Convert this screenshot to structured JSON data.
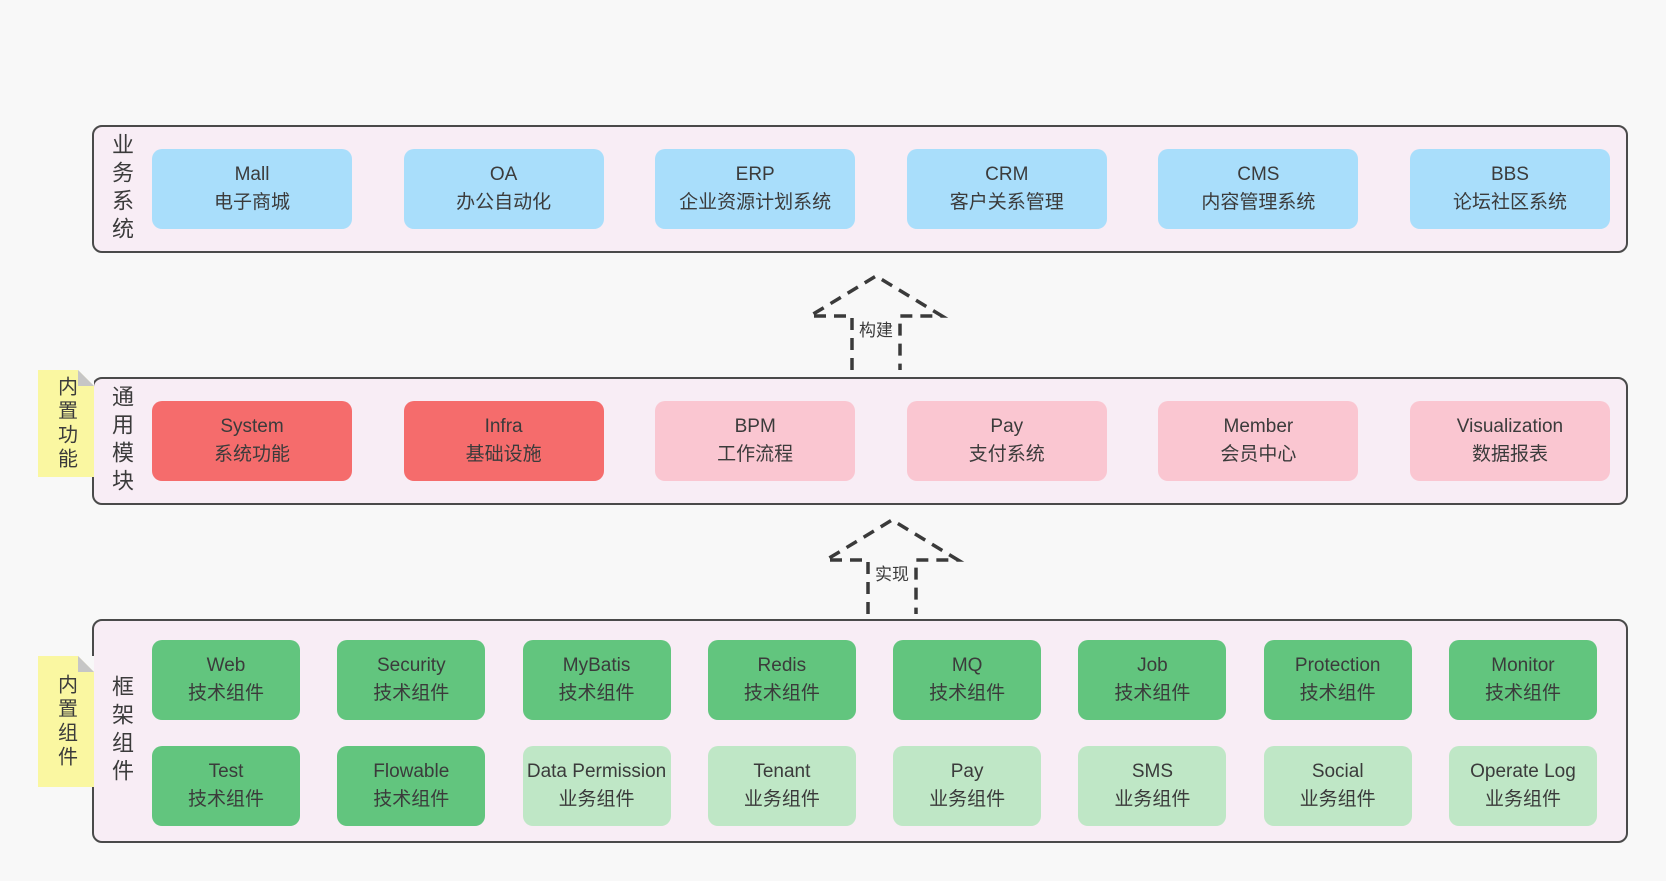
{
  "colors": {
    "page_bg": "#f8f8f8",
    "layer_bg": "#f8edf5",
    "layer_border": "#4a4a4a",
    "blue_box": "#a9defb",
    "red_box": "#f56c6c",
    "pink_box": "#fac6d1",
    "green_box": "#62c57e",
    "light_green_box": "#bfe7c6",
    "sticky_yellow": "#faf7a1",
    "fold_gray": "#c6c6c6"
  },
  "arrows": [
    {
      "label": "构建"
    },
    {
      "label": "实现"
    }
  ],
  "layers": [
    {
      "label": "业务系统",
      "boxes": [
        {
          "name": "Mall",
          "subtitle": "电子商城"
        },
        {
          "name": "OA",
          "subtitle": "办公自动化"
        },
        {
          "name": "ERP",
          "subtitle": "企业资源计划系统"
        },
        {
          "name": "CRM",
          "subtitle": "客户关系管理"
        },
        {
          "name": "CMS",
          "subtitle": "内容管理系统"
        },
        {
          "name": "BBS",
          "subtitle": "论坛社区系统"
        }
      ]
    },
    {
      "label": "通用模块",
      "sticky": "内置功能",
      "boxes": [
        {
          "name": "System",
          "subtitle": "系统功能"
        },
        {
          "name": "Infra",
          "subtitle": "基础设施"
        },
        {
          "name": "BPM",
          "subtitle": "工作流程"
        },
        {
          "name": "Pay",
          "subtitle": "支付系统"
        },
        {
          "name": "Member",
          "subtitle": "会员中心"
        },
        {
          "name": "Visualization",
          "subtitle": "数据报表"
        }
      ]
    },
    {
      "label": "框架组件",
      "sticky": "内置组件",
      "rows": [
        [
          {
            "name": "Web",
            "subtitle": "技术组件"
          },
          {
            "name": "Security",
            "subtitle": "技术组件"
          },
          {
            "name": "MyBatis",
            "subtitle": "技术组件"
          },
          {
            "name": "Redis",
            "subtitle": "技术组件"
          },
          {
            "name": "MQ",
            "subtitle": "技术组件"
          },
          {
            "name": "Job",
            "subtitle": "技术组件"
          },
          {
            "name": "Protection",
            "subtitle": "技术组件"
          },
          {
            "name": "Monitor",
            "subtitle": "技术组件"
          }
        ],
        [
          {
            "name": "Test",
            "subtitle": "技术组件"
          },
          {
            "name": "Flowable",
            "subtitle": "技术组件"
          },
          {
            "name": "Data Permission",
            "subtitle": "业务组件"
          },
          {
            "name": "Tenant",
            "subtitle": "业务组件"
          },
          {
            "name": "Pay",
            "subtitle": "业务组件"
          },
          {
            "name": "SMS",
            "subtitle": "业务组件"
          },
          {
            "name": "Social",
            "subtitle": "业务组件"
          },
          {
            "name": "Operate Log",
            "subtitle": "业务组件"
          }
        ]
      ]
    }
  ]
}
